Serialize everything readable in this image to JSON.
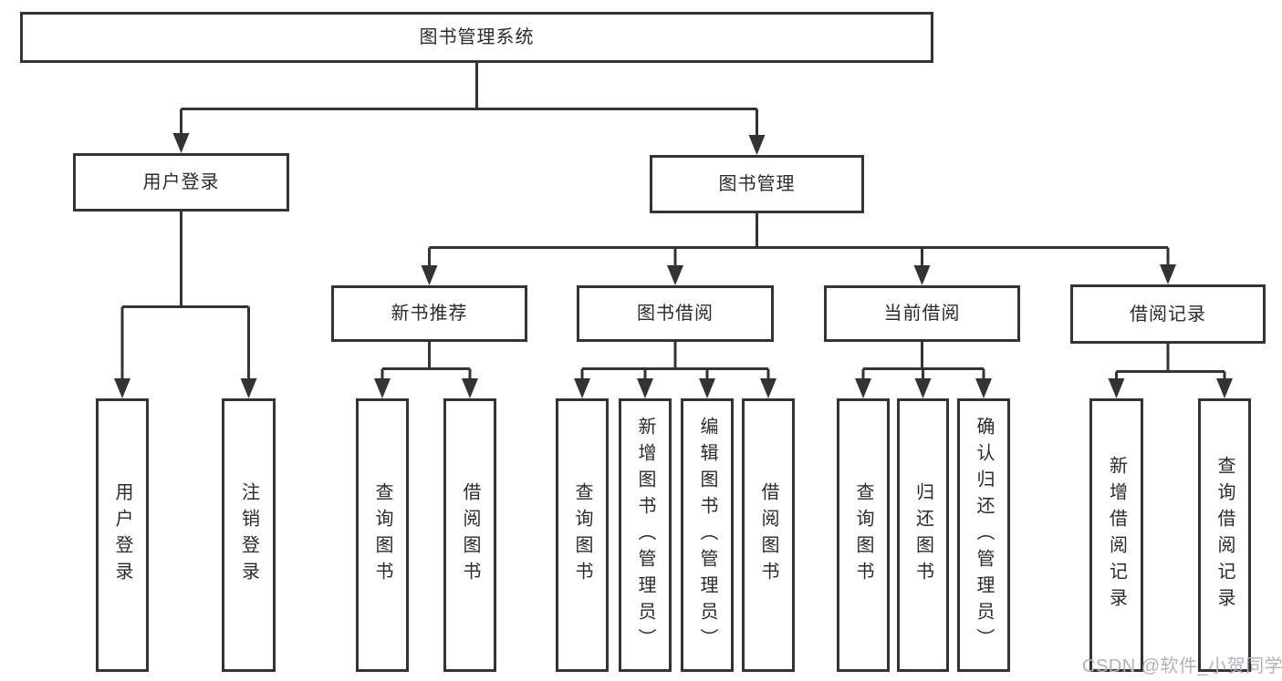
{
  "diagram_title": "图书管理系统",
  "tree": {
    "label": "图书管理系统",
    "children": [
      {
        "label": "用户登录",
        "children": [
          {
            "label": "用户登录"
          },
          {
            "label": "注销登录"
          }
        ]
      },
      {
        "label": "图书管理",
        "children": [
          {
            "label": "新书推荐",
            "children": [
              {
                "label": "查询图书"
              },
              {
                "label": "借阅图书"
              }
            ]
          },
          {
            "label": "图书借阅",
            "children": [
              {
                "label": "查询图书"
              },
              {
                "label": "新增图书（管理员）"
              },
              {
                "label": "编辑图书（管理员）"
              },
              {
                "label": "借阅图书"
              }
            ]
          },
          {
            "label": "当前借阅",
            "children": [
              {
                "label": "查询图书"
              },
              {
                "label": "归还图书"
              },
              {
                "label": "确认归还（管理员）"
              }
            ]
          },
          {
            "label": "借阅记录",
            "children": [
              {
                "label": "新增借阅记录"
              },
              {
                "label": "查询借阅记录"
              }
            ]
          }
        ]
      }
    ]
  },
  "watermark": "CSDN @软件_小贺同学",
  "colors": {
    "line": "#333333",
    "text": "#2b2b2b",
    "box_background": "#ffffff",
    "page_background": "#ffffff",
    "watermark": "#b2b2bf"
  }
}
